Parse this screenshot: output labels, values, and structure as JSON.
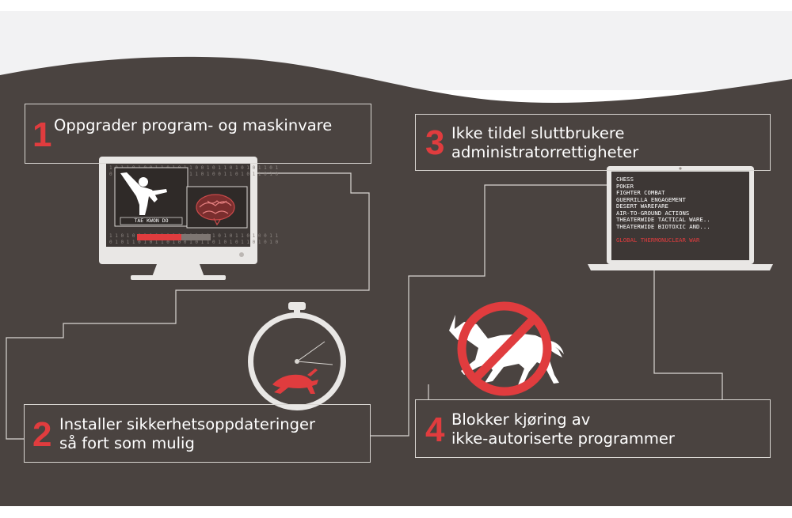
{
  "colors": {
    "background": "#4a4340",
    "sky": "#f2f2f3",
    "accent_red": "#e03c3e",
    "line": "#d9d6d2",
    "text": "#ffffff"
  },
  "steps": [
    {
      "number": "1",
      "text_lines": [
        "Oppgrader program- og maskinvare"
      ]
    },
    {
      "number": "2",
      "text_lines": [
        "Installer sikkerhetsoppdateringer",
        "så fort som mulig"
      ]
    },
    {
      "number": "3",
      "text_lines": [
        "Ikke tildel sluttbrukere",
        "administratorrettigheter"
      ]
    },
    {
      "number": "4",
      "text_lines": [
        "Blokker kjøring av",
        "ikke-autoriserte programmer"
      ]
    }
  ],
  "monitor": {
    "caption": "TAE KWON DO"
  },
  "laptop": {
    "menu_items": [
      "CHESS",
      "POKER",
      "FIGHTER COMBAT",
      "GUERRILLA ENGAGEMENT",
      "DESERT WAREFARE",
      "AIR-TO-GROUND ACTIONS",
      "THEATERWIDE TACTICAL WARE..",
      "THEATERWIDE BIOTOXIC AND..."
    ],
    "highlight_item": "GLOBAL THERMONUCLEAR WAR"
  },
  "icons": [
    "desktop-monitor-icon",
    "stopwatch-icon",
    "hare-icon",
    "laptop-icon",
    "unicorn-icon",
    "prohibited-icon",
    "brain-icon",
    "martial-artist-icon"
  ]
}
